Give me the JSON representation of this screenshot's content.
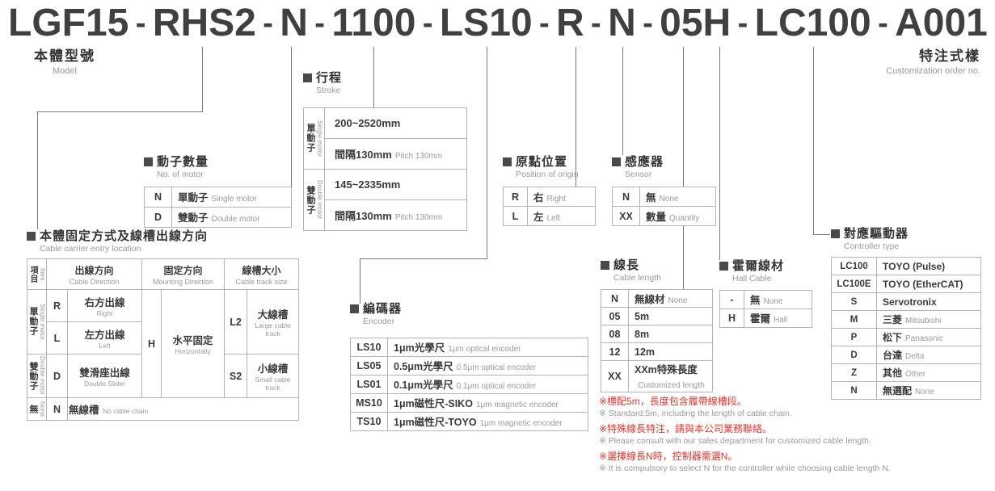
{
  "colors": {
    "text": "#3a3a3a",
    "muted": "#9a9a9a",
    "note_red": "#e0332c",
    "line": "#787878",
    "border": "#b3b3b3"
  },
  "model": {
    "separator": "-",
    "segments": [
      "LGF15",
      "RHS2",
      "N",
      "1100",
      "LS10",
      "R",
      "N",
      "05H",
      "LC100",
      "A001"
    ]
  },
  "corner_labels": {
    "model_zh": "本體型號",
    "model_en": "Model",
    "custom_zh": "特注式樣",
    "custom_en": "Customization order no."
  },
  "stroke": {
    "title_zh": "行程",
    "title_en": "Stroke",
    "single_zh": "單動子",
    "single_en": "Single motor",
    "single_range": "200~2520mm",
    "single_pitch_zh": "間隔130mm",
    "single_pitch_en": "Pitch 130mm",
    "double_zh": "雙動子",
    "double_en": "Double motor",
    "double_range": "145~2335mm",
    "double_pitch_zh": "間隔130mm",
    "double_pitch_en": "Pitch 130mm"
  },
  "motor_count": {
    "title_zh": "動子數量",
    "title_en": "No. of motor",
    "rows": [
      {
        "code": "N",
        "zh": "單動子",
        "en": "Single motor"
      },
      {
        "code": "D",
        "zh": "雙動子",
        "en": "Double motor"
      }
    ]
  },
  "origin": {
    "title_zh": "原點位置",
    "title_en": "Position of origin",
    "rows": [
      {
        "code": "R",
        "zh": "右",
        "en": "Right"
      },
      {
        "code": "L",
        "zh": "左",
        "en": "Left"
      }
    ]
  },
  "sensor": {
    "title_zh": "感應器",
    "title_en": "Sensor",
    "rows": [
      {
        "code": "N",
        "zh": "無",
        "en": "None"
      },
      {
        "code": "XX",
        "zh": "數量",
        "en": "Quantity"
      }
    ]
  },
  "cable_carrier": {
    "title_zh": "本體固定方式及線槽出線方向",
    "title_en": "Cable carrier entry location",
    "col_item_zh": "項目",
    "col_item_en": "Item",
    "col_dir_zh": "出線方向",
    "col_dir_en": "Cable Direction",
    "col_mount_zh": "固定方向",
    "col_mount_en": "Mounting Direction",
    "col_track_zh": "線槽大小",
    "col_track_en": "Cable track size",
    "group_single_zh": "單動子",
    "group_single_en": "Single motor",
    "group_double_zh": "雙動子",
    "group_double_en": "Double motor",
    "group_none_zh": "無",
    "group_none_en": "None",
    "r_code": "R",
    "r_zh": "右方出線",
    "r_en": "Right",
    "l_code": "L",
    "l_zh": "左方出線",
    "l_en": "Left",
    "d_code": "D",
    "d_zh": "雙滑座出線",
    "d_en": "Double Slider",
    "n_code": "N",
    "n_zh": "無線槽",
    "n_en": "No cable chain",
    "mount_code": "H",
    "mount_zh": "水平固定",
    "mount_en": "Horizontally",
    "l2_code": "L2",
    "l2_zh": "大線槽",
    "l2_en": "Large cable track",
    "s2_code": "S2",
    "s2_zh": "小線槽",
    "s2_en": "Small cable track"
  },
  "encoder": {
    "title_zh": "編碼器",
    "title_en": "Encoder",
    "rows": [
      {
        "code": "LS10",
        "zh": "1μm光學尺",
        "en": "1μm optical encoder"
      },
      {
        "code": "LS05",
        "zh": "0.5μm光學尺",
        "en": "0.5μm optical encoder"
      },
      {
        "code": "LS01",
        "zh": "0.1μm光學尺",
        "en": "0.1μm optical encoder"
      },
      {
        "code": "MS10",
        "zh": "1μm磁性尺-SIKO",
        "en": "1μm magnetic encoder"
      },
      {
        "code": "TS10",
        "zh": "1μm磁性尺-TOYO",
        "en": "1μm magnetic encoder"
      }
    ]
  },
  "cable_length": {
    "title_zh": "線長",
    "title_en": "Cable length",
    "rows": [
      {
        "code": "N",
        "zh": "無線材",
        "en": "None"
      },
      {
        "code": "05",
        "zh": "5m",
        "en": ""
      },
      {
        "code": "08",
        "zh": "8m",
        "en": ""
      },
      {
        "code": "12",
        "zh": "12m",
        "en": ""
      },
      {
        "code": "XX",
        "zh": "XXm特殊長度",
        "en": "Customized length"
      }
    ]
  },
  "hall_cable": {
    "title_zh": "霍爾線材",
    "title_en": "Hall Cable",
    "rows": [
      {
        "code": "-",
        "zh": "無",
        "en": "None"
      },
      {
        "code": "H",
        "zh": "霍爾",
        "en": "Hall"
      }
    ]
  },
  "controller": {
    "title_zh": "對應驅動器",
    "title_en": "Controller type",
    "rows": [
      {
        "code": "LC100",
        "main": "TOYO (Pulse)",
        "sub": ""
      },
      {
        "code": "LC100E",
        "main": "TOYO (EtherCAT)",
        "sub": ""
      },
      {
        "code": "S",
        "main": "Servotronix",
        "sub": ""
      },
      {
        "code": "M",
        "main": "三菱",
        "sub": "Mitsubishi"
      },
      {
        "code": "P",
        "main": "松下",
        "sub": "Panasonic"
      },
      {
        "code": "D",
        "main": "台達",
        "sub": "Delta"
      },
      {
        "code": "Z",
        "main": "其他",
        "sub": "Other"
      },
      {
        "code": "N",
        "main": "無選配",
        "sub": "None"
      }
    ]
  },
  "notes": [
    {
      "zh": "※標配5m，長度包含履帶線槽段。",
      "en": "※ Standard:5m, including the length of cable chain."
    },
    {
      "zh": "※特殊線長特注，請與本公司業務聯絡。",
      "en": "※ Please consult with our sales department for customized cable length."
    },
    {
      "zh": "※選擇線長N時，控制器需選N。",
      "en": "※ It is compulsory to select N for the controller while choosing cable length N."
    }
  ]
}
